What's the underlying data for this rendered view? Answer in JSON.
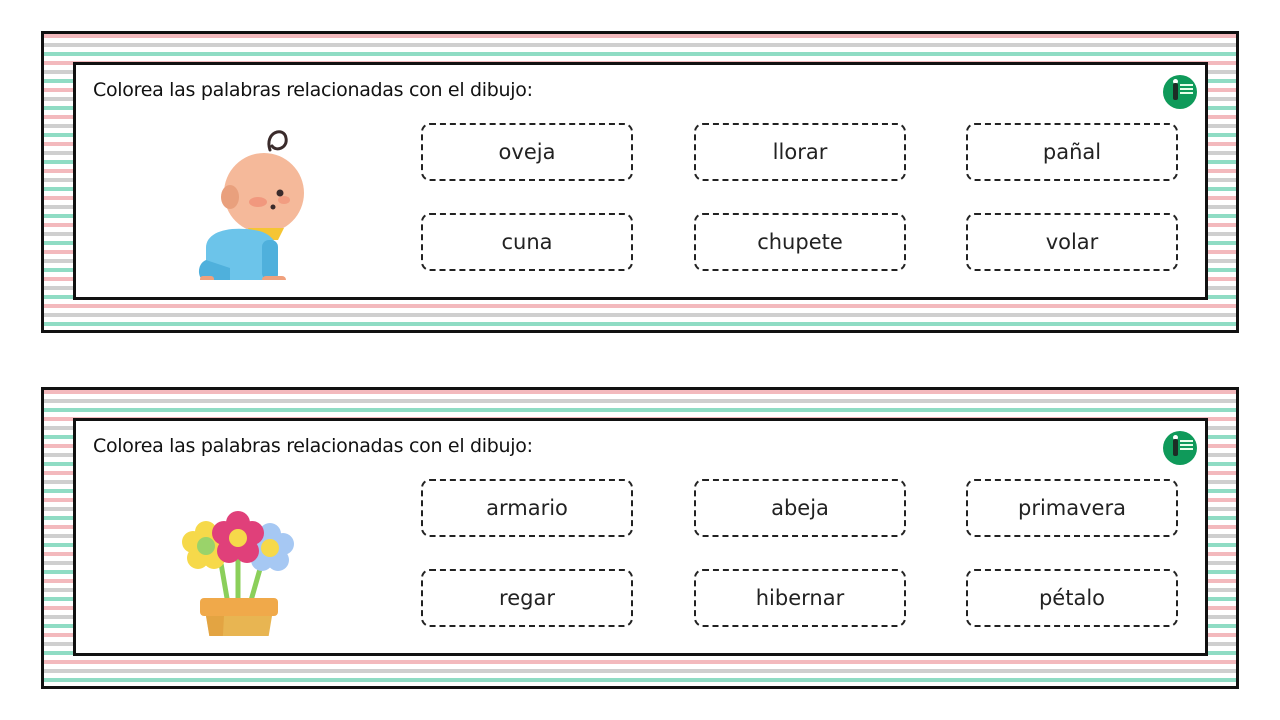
{
  "cards": [
    {
      "instruction": "Colorea las palabras relacionadas con el dibujo:",
      "words": [
        "oveja",
        "llorar",
        "pañal",
        "cuna",
        "chupete",
        "volar"
      ]
    },
    {
      "instruction": "Colorea las palabras relacionadas con el dibujo:",
      "words": [
        "armario",
        "abeja",
        "primavera",
        "regar",
        "hibernar",
        "pétalo"
      ]
    }
  ],
  "icons": {
    "card_0_picture": "baby-icon",
    "card_1_picture": "flower-pot-icon",
    "badge": "logo-badge-icon"
  },
  "colors": {
    "stripe_pink": "#f3b9bd",
    "stripe_gray": "#cfcfcf",
    "stripe_mint": "#8fdcc4",
    "badge_green": "#0f9a5a"
  }
}
